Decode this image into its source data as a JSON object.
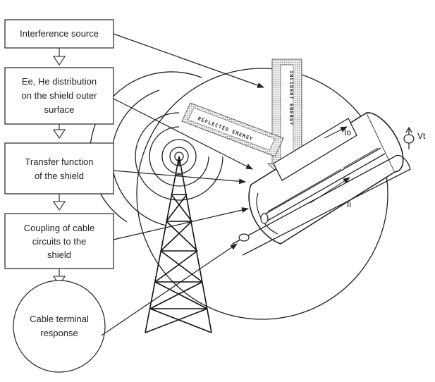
{
  "flow": {
    "step1": "Interference source",
    "step2": [
      "Ee, He distribution",
      "on the shield outer",
      "surface"
    ],
    "step3": [
      "Transfer function",
      "of the shield"
    ],
    "step4": [
      "Coupling of cable",
      "circuits to the",
      "shield"
    ],
    "step5": [
      "Cable terminal",
      "response"
    ]
  },
  "illustration": {
    "incident_energy": "INCIDENT ENERGY",
    "reflected_energy": "REFLECTED ENERGY",
    "outer_current": "Io",
    "inner_current": "Ii",
    "terminal_voltage": "Vt"
  }
}
